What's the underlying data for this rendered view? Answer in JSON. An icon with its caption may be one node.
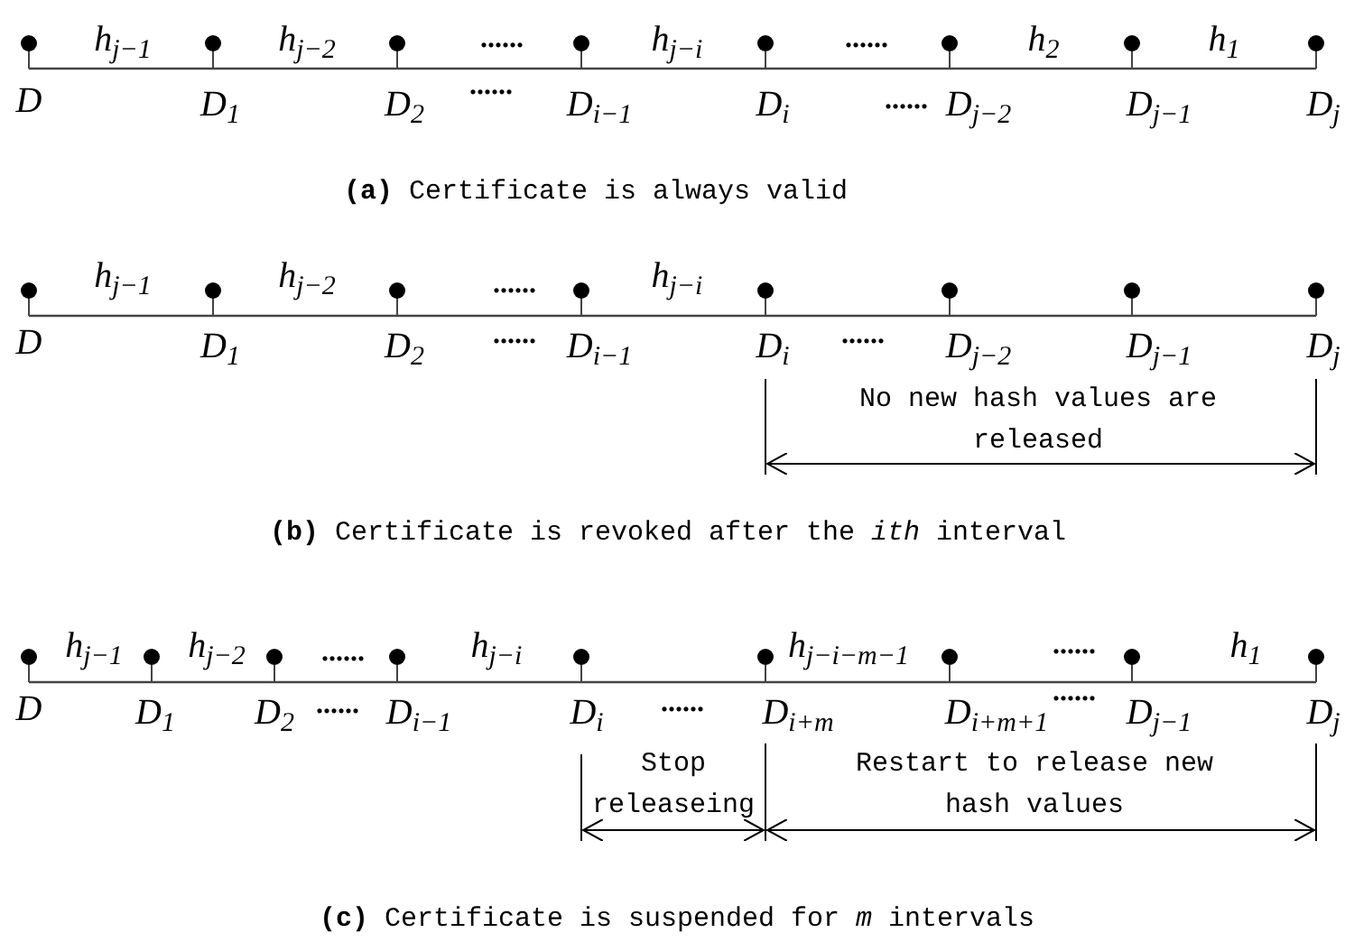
{
  "diagram": {
    "labels": [
      "h$_{j−1}$",
      "h$_{j−2}$",
      "......",
      "h$_{j−i}$",
      "......",
      "h$_{2}$",
      "h$_{1}$",
      "D",
      "D$_{1}$",
      "D$_{2}$",
      "......",
      "D$_{i−1}$",
      "D$_{i}$",
      "......",
      "D$_{j−2}$",
      "D$_{j−1}$",
      "D$_{j}$",
      "**(a)** Certificate is always valid",
      "h$_{j−1}$",
      "h$_{j−2}$",
      "......",
      "h$_{j−i}$",
      "D",
      "D$_{1}$",
      "D$_{2}$",
      "......",
      "D$_{i−1}$",
      "D$_{i}$",
      "......",
      "D$_{j−2}$",
      "D$_{j−1}$",
      "D$_{j}$",
      "No new hash values are released",
      "**(b)** Certificate is revoked after the *ith* interval",
      "h$_{j−1}$",
      "h$_{j−2}$",
      "......",
      "h$_{j−i}$",
      "h$_{j−i−m−1}$",
      "......",
      "h$_{1}$",
      "D",
      "D$_{1}$",
      "D$_{2}$",
      "......",
      "D$_{i−1}$",
      "D$_{i}$",
      "......",
      "D$_{i+m}$",
      "D$_{i+m+1}$",
      "......",
      "D$_{j−1}$",
      "D$_{j}$",
      "Stop releaseing",
      "Restart to release new hash values",
      "**(c)** Certificate is suspended for *m* intervals"
    ]
  }
}
